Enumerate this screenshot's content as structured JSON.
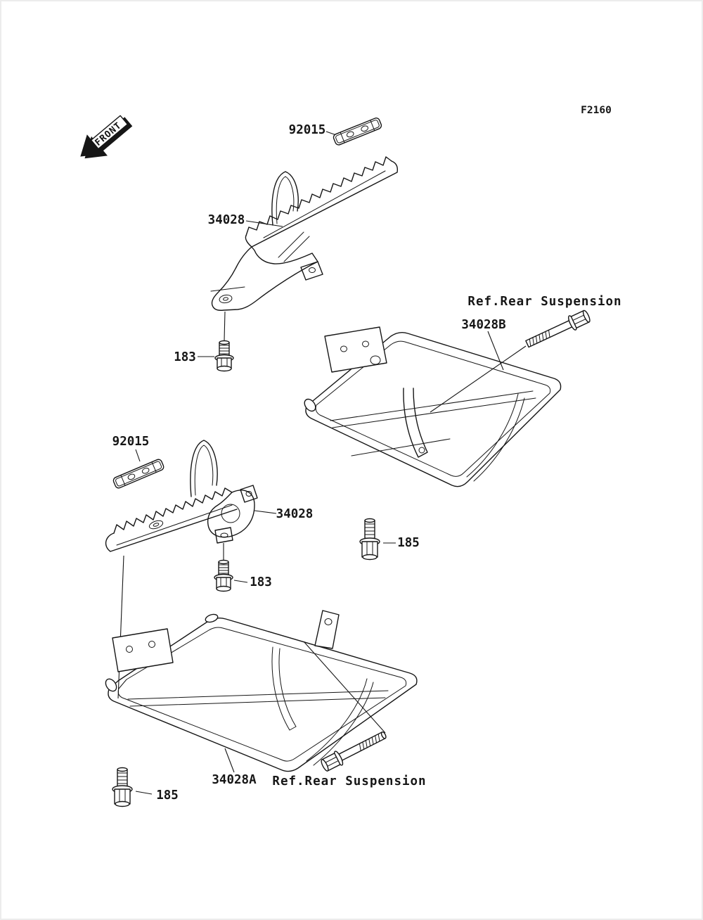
{
  "figure": {
    "code": "F2160",
    "front_marker": "FRONT",
    "ink_color": "#161616",
    "page_border_color": "#ececec"
  },
  "labels": {
    "top_bracket": "92015",
    "top_footpeg": "34028",
    "top_bolt": "183",
    "right_frame": "34028B",
    "right_ref": "Ref.Rear Suspension",
    "left_bracket": "92015",
    "left_footpeg": "34028",
    "left_bolt": "183",
    "right_flange_bolt": "185",
    "bottom_frame": "34028A",
    "bottom_ref": "Ref.Rear Suspension",
    "bottom_flange_bolt": "185"
  }
}
